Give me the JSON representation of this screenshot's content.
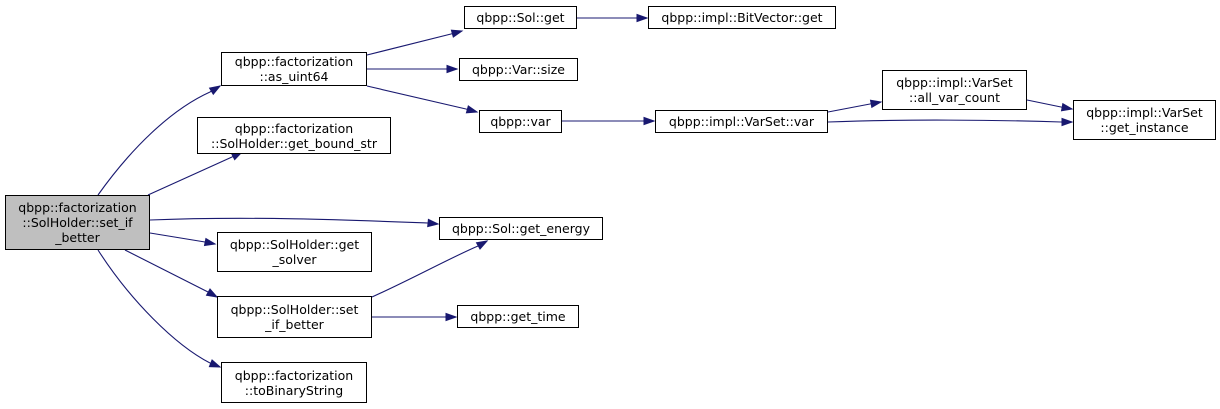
{
  "nodes": {
    "set_if_better_main": {
      "lines": [
        "qbpp::factorization",
        "::SolHolder::set_if",
        "_better"
      ]
    },
    "as_uint64": {
      "lines": [
        "qbpp::factorization",
        "::as_uint64"
      ]
    },
    "get_bound_str": {
      "lines": [
        "qbpp::factorization",
        "::SolHolder::get_bound_str"
      ]
    },
    "sol_get": {
      "lines": [
        "qbpp::Sol::get"
      ]
    },
    "bitvector_get": {
      "lines": [
        "qbpp::impl::BitVector::get"
      ]
    },
    "var_size": {
      "lines": [
        "qbpp::Var::size"
      ]
    },
    "var": {
      "lines": [
        "qbpp::var"
      ]
    },
    "varset_var": {
      "lines": [
        "qbpp::impl::VarSet::var"
      ]
    },
    "all_var_count": {
      "lines": [
        "qbpp::impl::VarSet",
        "::all_var_count"
      ]
    },
    "get_instance": {
      "lines": [
        "qbpp::impl::VarSet",
        "::get_instance"
      ]
    },
    "get_energy": {
      "lines": [
        "qbpp::Sol::get_energy"
      ]
    },
    "get_solver": {
      "lines": [
        "qbpp::SolHolder::get",
        "_solver"
      ]
    },
    "solholder_set_if_better": {
      "lines": [
        "qbpp::SolHolder::set",
        "_if_better"
      ]
    },
    "get_time": {
      "lines": [
        "qbpp::get_time"
      ]
    },
    "to_binary_string": {
      "lines": [
        "qbpp::factorization",
        "::toBinaryString"
      ]
    }
  },
  "colors": {
    "edge": "#191970",
    "current_node_fill": "#bfbfbf",
    "node_border": "#000000"
  }
}
